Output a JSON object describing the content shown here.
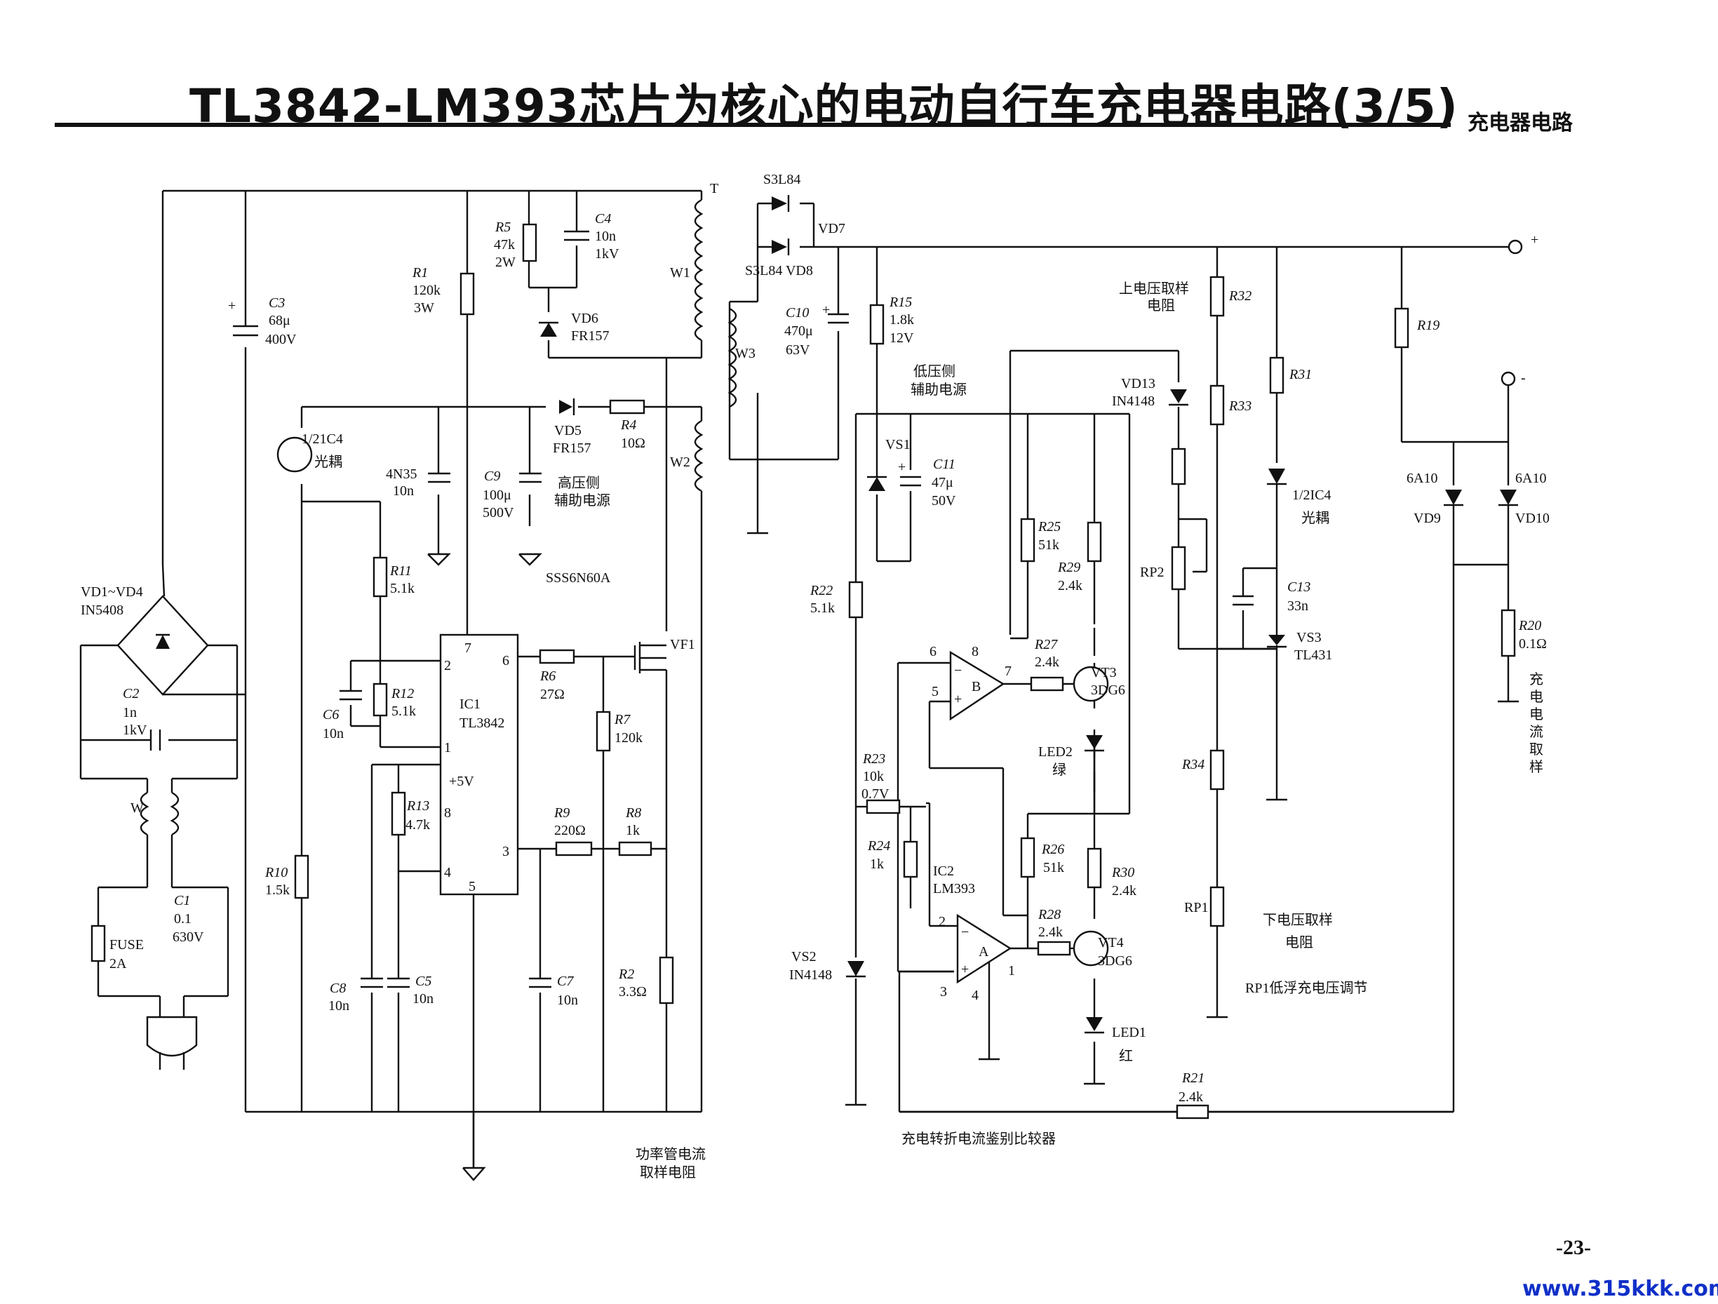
{
  "page": {
    "title": "TL3842-LM393芯片为核心的电动自行车充电器电路(3/5)",
    "section": "充电器电路",
    "page_number": "-23-",
    "footer_url": "www.315kkk.com"
  },
  "components": {
    "c3": {
      "ref": "C3",
      "value": "68μ",
      "rating": "400V",
      "pol": "+"
    },
    "r1": {
      "ref": "R1",
      "value": "120k",
      "rating": "3W"
    },
    "r5": {
      "ref": "R5",
      "value": "47k",
      "rating": "2W"
    },
    "c4": {
      "ref": "C4",
      "value": "10n",
      "rating": "1kV"
    },
    "vd6": {
      "ref": "VD6",
      "part": "FR157"
    },
    "t": {
      "ref": "T",
      "w1": "W1",
      "w2": "W2",
      "w3": "W3"
    },
    "s3l84_top": {
      "part": "S3L84"
    },
    "vd7": {
      "ref": "VD7"
    },
    "vd8": {
      "label": "S3L84 VD8"
    },
    "c10": {
      "ref": "C10",
      "value": "470μ",
      "rating": "63V",
      "pol": "+"
    },
    "r15": {
      "ref": "R15",
      "value": "1.8k",
      "rating": "12V"
    },
    "aux_low": {
      "line1": "低压侧",
      "line2": "辅助电源"
    },
    "upper_sampling": {
      "line1": "上电压取样",
      "line2": "电阻"
    },
    "r32": {
      "ref": "R32"
    },
    "r33": {
      "ref": "R33"
    },
    "r31": {
      "ref": "R31"
    },
    "r19": {
      "ref": "R19"
    },
    "out_plus": {
      "label": "+"
    },
    "out_minus": {
      "label": "-"
    },
    "opto1": {
      "ref": "1/21C4",
      "label": "光耦"
    },
    "opto_n": {
      "label": "4N35",
      "value": "10n"
    },
    "c9": {
      "ref": "C9",
      "value": "100μ",
      "rating": "500V"
    },
    "aux_high": {
      "line1": "高压侧",
      "line2": "辅助电源"
    },
    "vd5": {
      "ref": "VD5",
      "part": "FR157"
    },
    "r4": {
      "ref": "R4",
      "value": "10Ω"
    },
    "vs1": {
      "ref": "VS1"
    },
    "c11": {
      "ref": "C11",
      "value": "47μ",
      "rating": "50V",
      "pol": "+"
    },
    "vd13": {
      "ref": "VD13",
      "part": "IN4148"
    },
    "vf1_part": {
      "label": "SSS6N60A"
    },
    "vf1": {
      "ref": "VF1"
    },
    "r11": {
      "ref": "R11",
      "value": "5.1k"
    },
    "r12": {
      "ref": "R12",
      "value": "5.1k"
    },
    "c6": {
      "ref": "C6",
      "value": "10n"
    },
    "ic1": {
      "ref": "IC1",
      "part": "TL3842",
      "p1": "1",
      "p2": "2",
      "p3": "3",
      "p4": "4",
      "p5": "5",
      "p6": "6",
      "p7": "7",
      "p8": "8",
      "vref": "+5V"
    },
    "r6": {
      "ref": "R6",
      "value": "27Ω"
    },
    "r7": {
      "ref": "R7",
      "value": "120k"
    },
    "r9": {
      "ref": "R9",
      "value": "220Ω"
    },
    "r8": {
      "ref": "R8",
      "value": "1k"
    },
    "r13": {
      "ref": "R13",
      "value": "4.7k"
    },
    "r10": {
      "ref": "R10",
      "value": "1.5k"
    },
    "c8": {
      "ref": "C8",
      "value": "10n"
    },
    "c5": {
      "ref": "C5",
      "value": "10n"
    },
    "c7": {
      "ref": "C7",
      "value": "10n"
    },
    "r2": {
      "ref": "R2",
      "value": "3.3Ω"
    },
    "r22": {
      "ref": "R22",
      "value": "5.1k"
    },
    "r25": {
      "ref": "R25",
      "value": "51k"
    },
    "r29": {
      "ref": "R29",
      "value": "2.4k"
    },
    "rp2": {
      "ref": "RP2"
    },
    "c13": {
      "ref": "C13",
      "value": "33n"
    },
    "vs3": {
      "ref": "VS3",
      "part": "TL431"
    },
    "opto2": {
      "ref": "1/2IC4",
      "label": "光耦"
    },
    "vd9": {
      "ref": "VD9",
      "part": "6A10"
    },
    "vd10": {
      "ref": "VD10",
      "part": "6A10"
    },
    "r20": {
      "ref": "R20",
      "value": "0.1Ω"
    },
    "cur_sample": {
      "chars": [
        "充",
        "电",
        "电",
        "流",
        "取",
        "样"
      ]
    },
    "ampb": {
      "label": "B",
      "p5": "5",
      "p6": "6",
      "p7": "7",
      "p8": "8",
      "minus": "−",
      "plus": "+"
    },
    "r27": {
      "ref": "R27",
      "value": "2.4k"
    },
    "vt3": {
      "ref": "VT3",
      "part": "3DG6"
    },
    "led2": {
      "ref": "LED2",
      "color": "绿"
    },
    "r23": {
      "ref": "R23",
      "value": "10k",
      "voltage": "0.7V"
    },
    "r24": {
      "ref": "R24",
      "value": "1k"
    },
    "ic2": {
      "ref": "IC2",
      "part": "LM393"
    },
    "ampa": {
      "label": "A",
      "p1": "1",
      "p2": "2",
      "p3": "3",
      "p4": "4",
      "minus": "−",
      "plus": "+"
    },
    "r26": {
      "ref": "R26",
      "value": "51k"
    },
    "r30": {
      "ref": "R30",
      "value": "2.4k"
    },
    "r28": {
      "ref": "R28",
      "value": "2.4k"
    },
    "vt4": {
      "ref": "VT4",
      "part": "3DG6"
    },
    "led1": {
      "ref": "LED1",
      "color": "红"
    },
    "r34": {
      "ref": "R34"
    },
    "rp1": {
      "ref": "RP1"
    },
    "lower_sampling": {
      "line1": "下电压取样",
      "line2": "电阻"
    },
    "rp1_note": {
      "label": "RP1低浮充电压调节"
    },
    "vs2": {
      "ref": "VS2",
      "part": "IN4148"
    },
    "r21": {
      "ref": "R21",
      "value": "2.4k"
    },
    "comparator": {
      "label": "充电转折电流鉴别比较器"
    },
    "power_sense": {
      "line1": "功率管电流",
      "line2": "取样电阻"
    },
    "bridge": {
      "ref": "VD1~VD4",
      "part": "IN5408"
    },
    "c2": {
      "ref": "C2",
      "value": "1n",
      "rating": "1kV"
    },
    "wfilter": {
      "ref": "W"
    },
    "c1": {
      "ref": "C1",
      "value": "0.1",
      "rating": "630V"
    },
    "fuse": {
      "ref": "FUSE",
      "value": "2A"
    }
  }
}
